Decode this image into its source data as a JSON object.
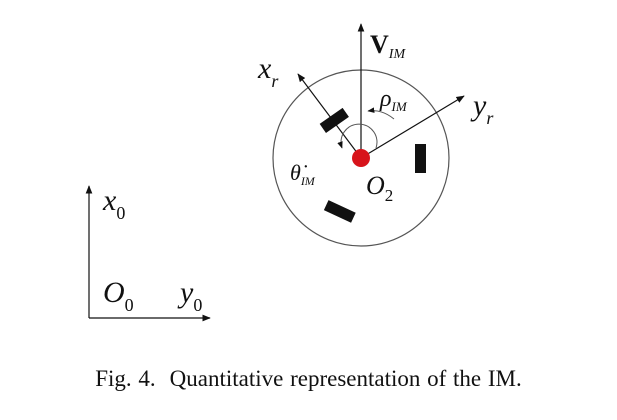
{
  "labels": {
    "velocity": {
      "main": "V",
      "sub": "IM"
    },
    "xr": {
      "main": "x",
      "sub": "r"
    },
    "yr": {
      "main": "y",
      "sub": "r"
    },
    "rho": {
      "main": "ρ",
      "sub": "IM"
    },
    "theta_dot": {
      "main": "θ̇",
      "sub": "IM"
    },
    "o2": {
      "main": "O",
      "sub": "2"
    },
    "x0": {
      "main": "x",
      "sub": "0"
    },
    "o0": {
      "main": "O",
      "sub": "0"
    },
    "y0": {
      "main": "y",
      "sub": "0"
    }
  },
  "caption": {
    "prefix": "Fig. 4.",
    "text": "Quantitative representation of the IM."
  },
  "colors": {
    "center_dot": "#d7141b",
    "ink": "#111111",
    "circle": "#555555"
  }
}
